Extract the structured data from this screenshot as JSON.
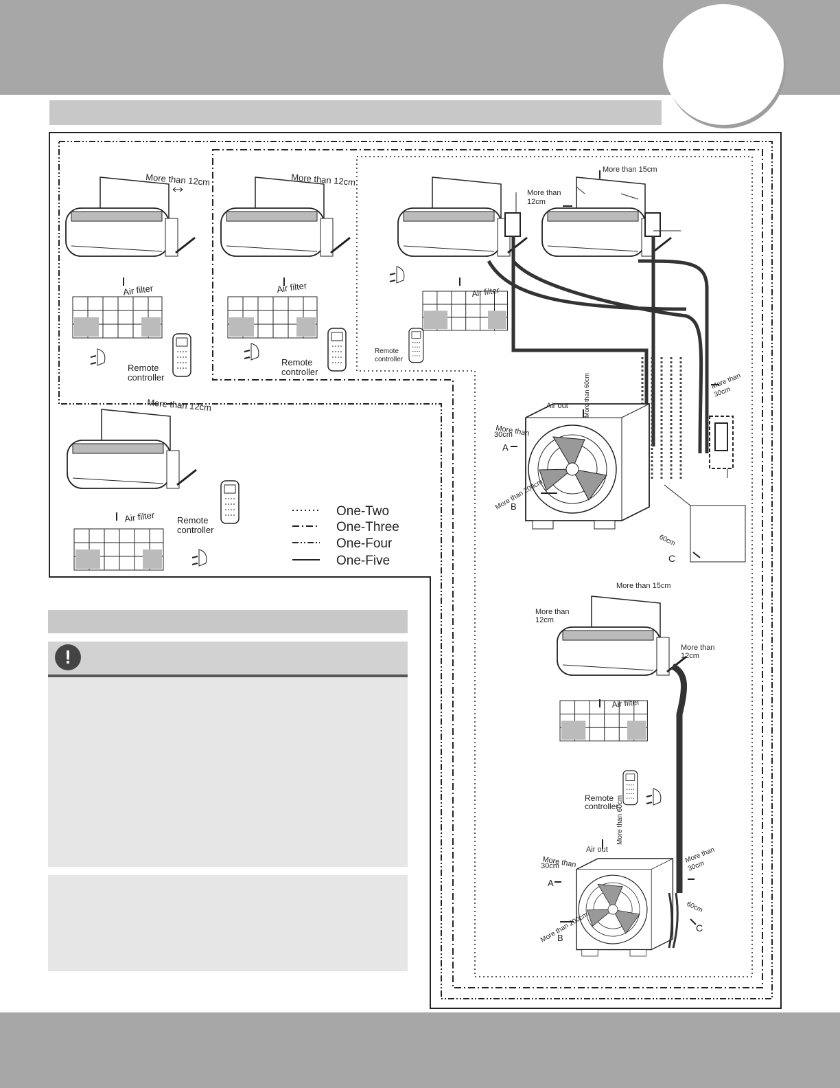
{
  "labels": {
    "more_than_12cm": "More than 12cm",
    "more_than_15cm": "More than 15cm",
    "more_than": "More than",
    "cm_12": "12cm",
    "cm_30": "30cm",
    "cm_60": "60cm",
    "more_than_60cm": "More than 60cm",
    "more_than_200cm": "More than 200cm",
    "air_filter": "Air filter",
    "air_out": "Air out",
    "remote": "Remote",
    "controller": "controller",
    "a": "A",
    "b": "B",
    "c": "C"
  },
  "legend": [
    {
      "label": "One-Two",
      "style": "dotted"
    },
    {
      "label": "One-Three",
      "style": "dash-dot"
    },
    {
      "label": "One-Four",
      "style": "dash-dot-dot"
    },
    {
      "label": "One-Five",
      "style": "solid"
    }
  ],
  "colors": {
    "header": "#a7a7a7",
    "panel": "#c8c8c8",
    "note_bg": "#e6e6e6"
  },
  "icons": [
    "exclamation-icon"
  ]
}
